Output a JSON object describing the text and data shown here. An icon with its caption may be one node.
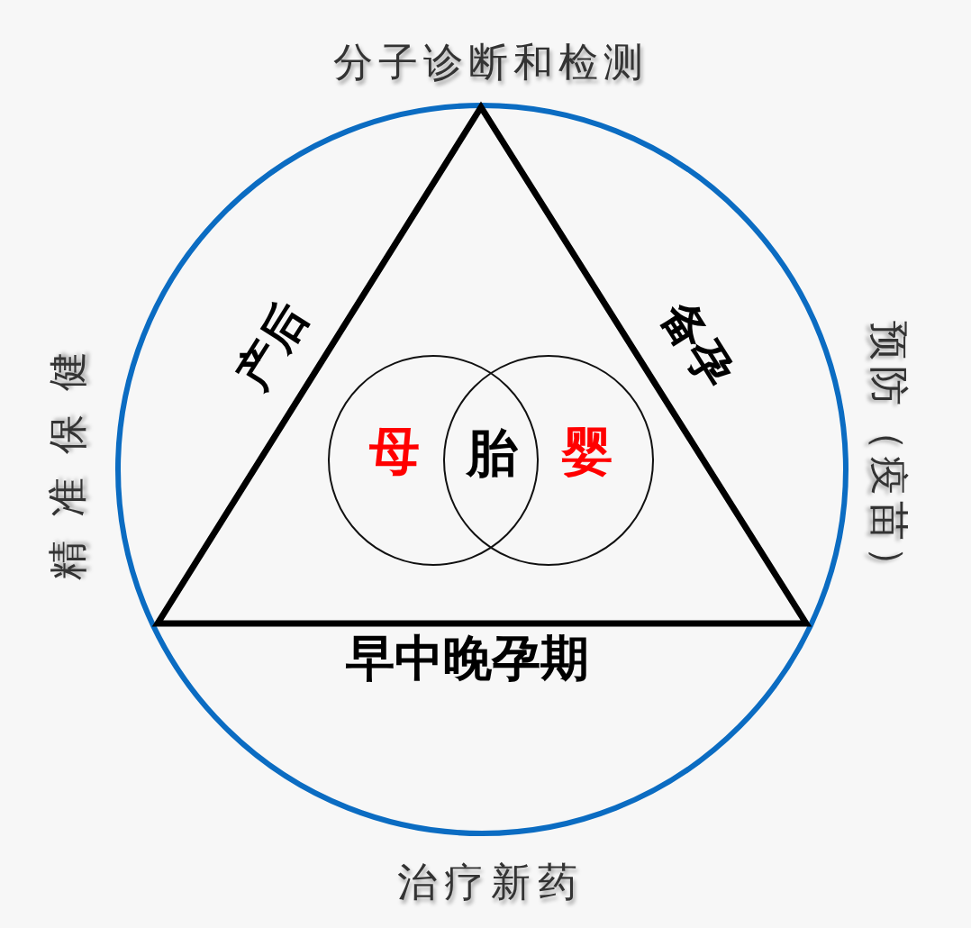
{
  "diagram": {
    "nodes": [
      {
        "text": [
          "分子诊断和检测",
          "精准保健",
          "预防（疫苗）",
          "治疗新药"
        ]
      },
      {
        "text": [
          "产后",
          "备孕",
          "早中晚孕期"
        ],
        "in": 0
      },
      {
        "text": [
          "母"
        ],
        "in": 1
      },
      {
        "text": [
          "婴"
        ],
        "in": 1
      }
    ],
    "labels": [
      "胎"
    ]
  }
}
